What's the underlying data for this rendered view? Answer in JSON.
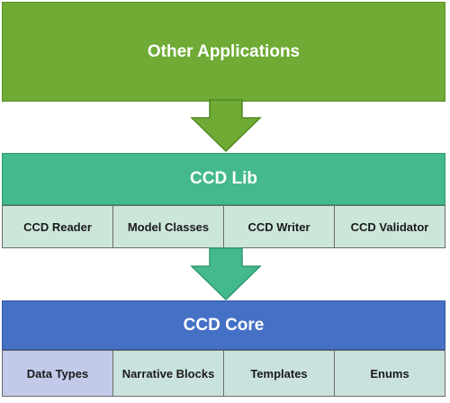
{
  "layers": {
    "apps": {
      "label": "Other Applications"
    },
    "lib": {
      "label": "CCD Lib",
      "components": [
        "CCD Reader",
        "Model Classes",
        "CCD Writer",
        "CCD Validator"
      ]
    },
    "core": {
      "label": "CCD Core",
      "components": [
        "Data Types",
        "Narrative Blocks",
        "Templates",
        "Enums"
      ]
    }
  },
  "colors": {
    "apps": "#6fab35",
    "lib": "#44b98b",
    "lib_components": "#cde6da",
    "core": "#4471c5",
    "core_components_first": "#c2c9e9",
    "core_components_rest": "#cae2de",
    "arrow_fill": "#6fab35",
    "arrow_stroke": "#4f8a22"
  }
}
